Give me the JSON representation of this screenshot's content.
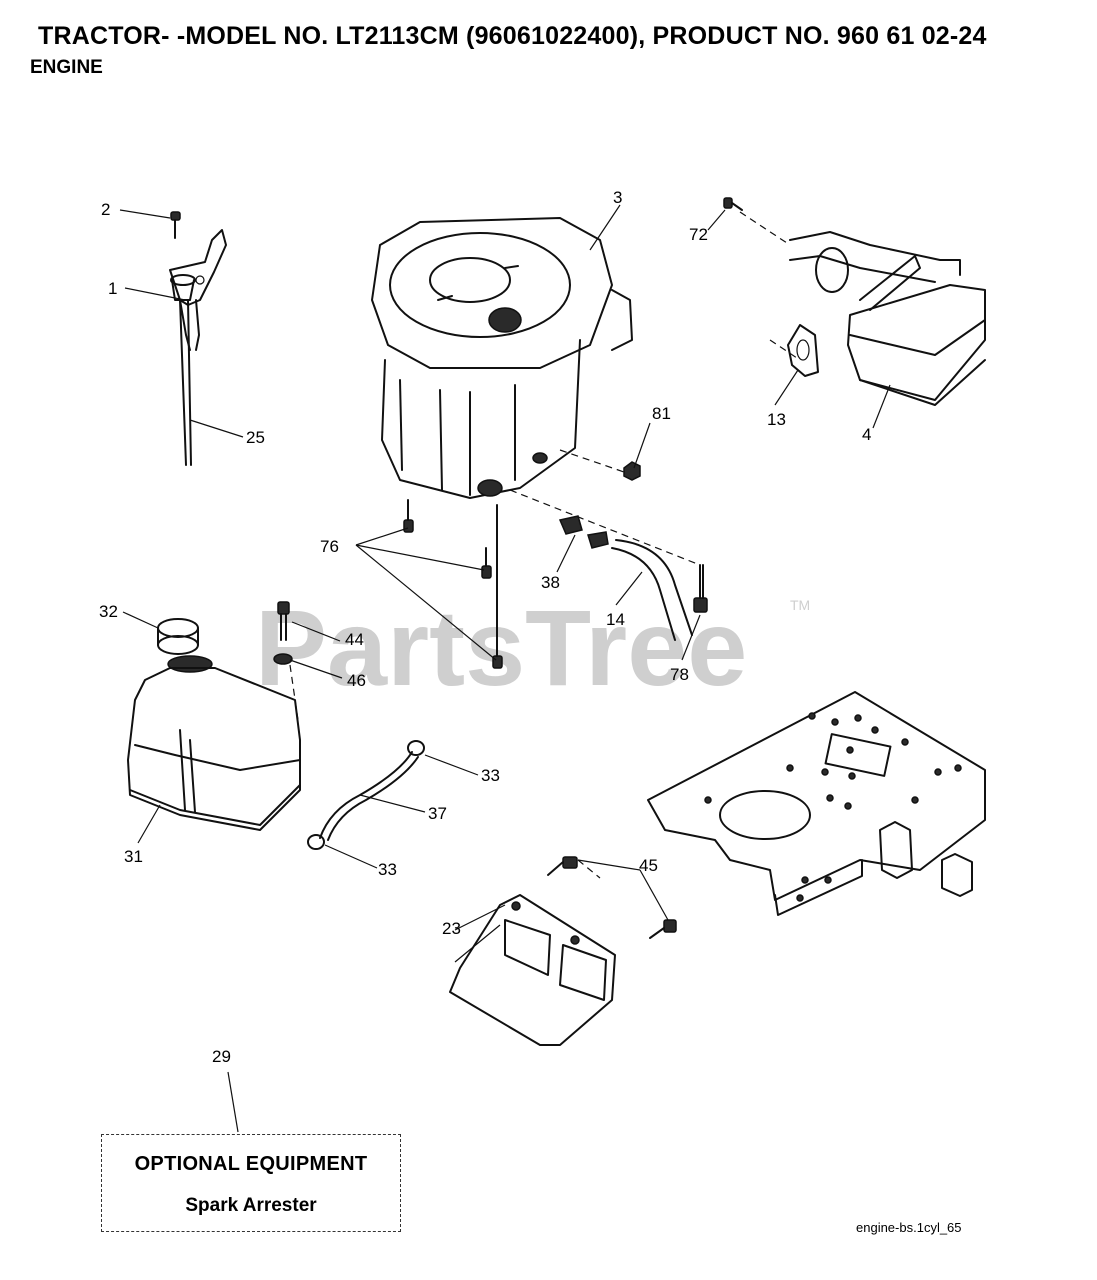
{
  "header": {
    "title": "TRACTOR- -MODEL NO. LT2113CM (96061022400), PRODUCT NO. 960 61 02-24",
    "subtitle": "ENGINE"
  },
  "watermark": {
    "text": "PartsTree",
    "trademark": "TM"
  },
  "callouts": [
    {
      "id": "c1",
      "label": "1"
    },
    {
      "id": "c2",
      "label": "2"
    },
    {
      "id": "c3",
      "label": "3"
    },
    {
      "id": "c4",
      "label": "4"
    },
    {
      "id": "c13",
      "label": "13"
    },
    {
      "id": "c14",
      "label": "14"
    },
    {
      "id": "c23",
      "label": "23"
    },
    {
      "id": "c25",
      "label": "25"
    },
    {
      "id": "c29",
      "label": "29"
    },
    {
      "id": "c31",
      "label": "31"
    },
    {
      "id": "c32",
      "label": "32"
    },
    {
      "id": "c33a",
      "label": "33"
    },
    {
      "id": "c33b",
      "label": "33"
    },
    {
      "id": "c37",
      "label": "37"
    },
    {
      "id": "c38",
      "label": "38"
    },
    {
      "id": "c44",
      "label": "44"
    },
    {
      "id": "c45",
      "label": "45"
    },
    {
      "id": "c46",
      "label": "46"
    },
    {
      "id": "c72",
      "label": "72"
    },
    {
      "id": "c76",
      "label": "76"
    },
    {
      "id": "c78",
      "label": "78"
    },
    {
      "id": "c81",
      "label": "81"
    }
  ],
  "optional_box": {
    "title": "OPTIONAL EQUIPMENT",
    "item": "Spark Arrester"
  },
  "figure_ref": "engine-bs.1cyl_65"
}
